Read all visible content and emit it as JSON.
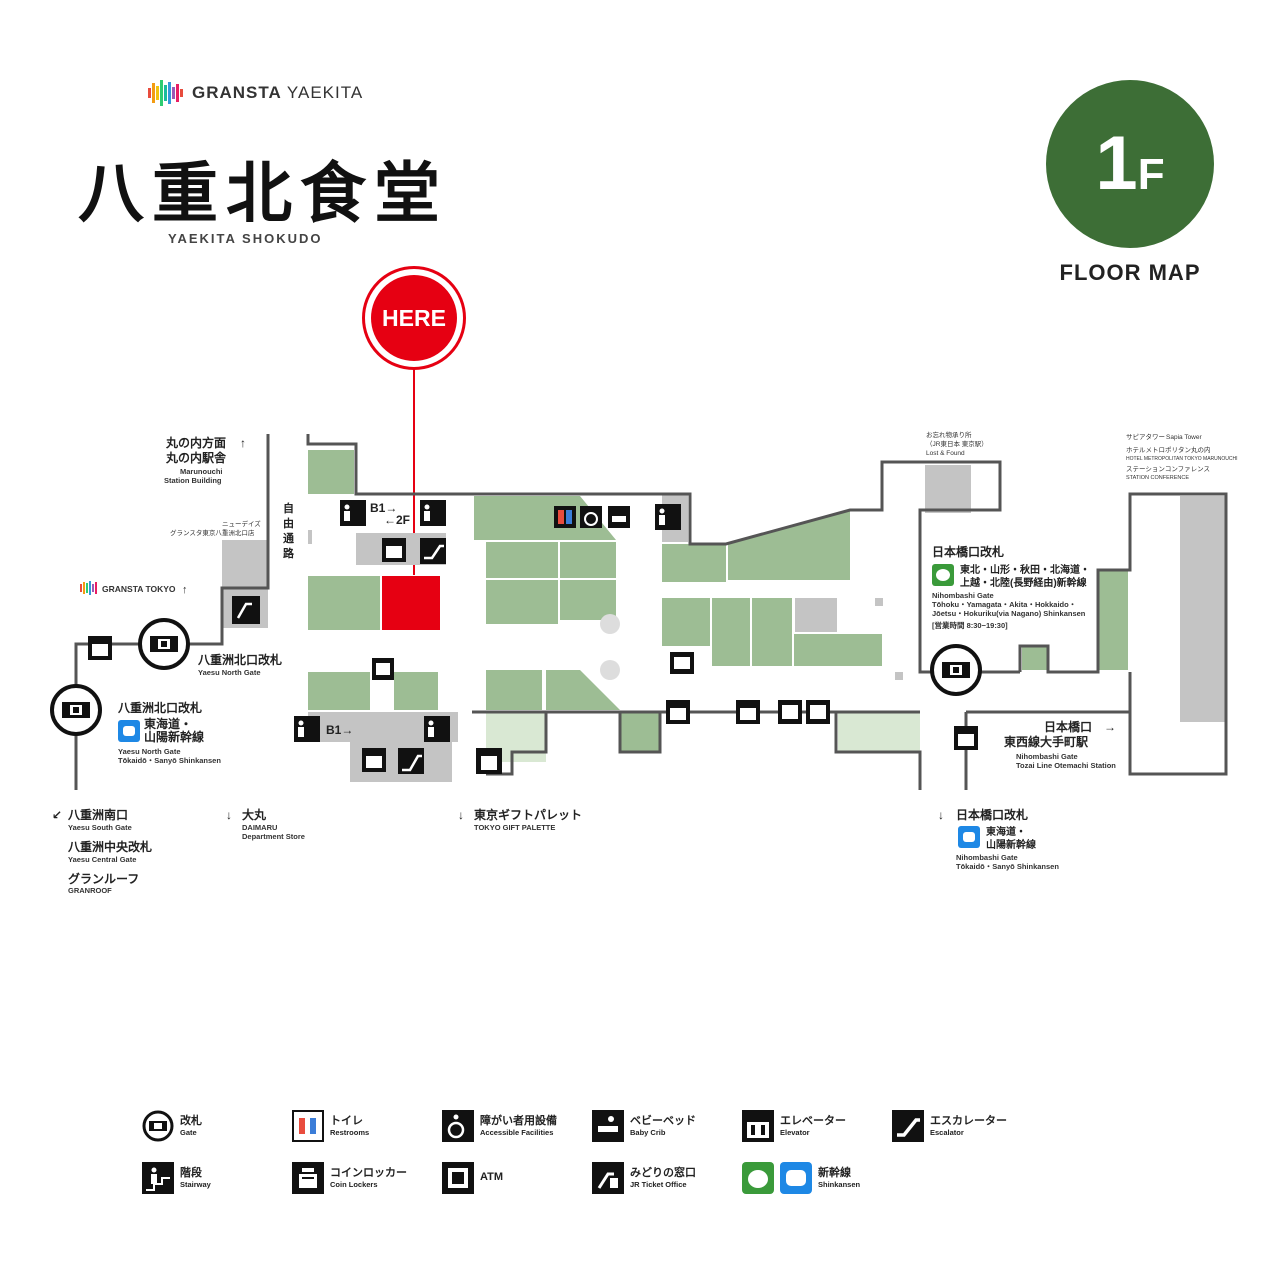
{
  "header": {
    "brand_main": "GRANSTA",
    "brand_sub": "YAEKITA",
    "title_jp": "八重北食堂",
    "title_en": "YAEKITA SHOKUDO"
  },
  "floor": {
    "number": "1",
    "suffix": "F",
    "label": "FLOOR MAP"
  },
  "here_label": "HERE",
  "colors": {
    "shop": "#9dbd94",
    "shop_light": "#d9e8d3",
    "service": "#c4c4c4",
    "highlight": "#e60012",
    "badge": "#3d6e36",
    "wall": "#555555"
  },
  "map_labels": {
    "marunouchi_jp1": "丸の内方面",
    "marunouchi_jp2": "丸の内駅舎",
    "marunouchi_en1": "Marunouchi",
    "marunouchi_en2": "Station Building",
    "newdays_jp": "ニューデイズ",
    "newdays_jp2": "グランスタ東京八重洲北口店",
    "jiyu_tsuro": "自由通路",
    "gransta_tokyo": "GRANSTA TOKYO",
    "yaesu_north_gate_jp": "八重洲北口改札",
    "yaesu_north_gate_en": "Yaesu North Gate",
    "yaesu_north_gate2_jp": "八重洲北口改札",
    "tokaido_jp1": "東海道・",
    "tokaido_jp2": "山陽新幹線",
    "yaesu_north_gate2_en": "Yaesu North Gate",
    "tokaido_en": "Tōkaidō・Sanyō Shinkansen",
    "b1_up": "B1→",
    "to_2f": "←2F",
    "b1_lower": "B1→",
    "lost_found_jp": "お忘れ物承り所",
    "lost_found_jp2": "（JR東日本 東京駅）",
    "lost_found_en": "Lost & Found",
    "sapia_jp": "サピアタワー",
    "sapia_en": "Sapia Tower",
    "hotel_jp": "ホテルメトロポリタン丸の内",
    "hotel_en": "HOTEL METROPOLITAN TOKYO MARUNOUCHI",
    "conf_jp": "ステーションコンファレンス",
    "conf_en": "STATION CONFERENCE",
    "nihombashi_gate_jp": "日本橋口改札",
    "nihombashi_lines_jp1": "東北・山形・秋田・北海道・",
    "nihombashi_lines_jp2": "上越・北陸(長野経由)新幹線",
    "nihombashi_gate_en": "Nihombashi Gate",
    "nihombashi_lines_en1": "Tōhoku・Yamagata・Akita・Hokkaido・",
    "nihombashi_lines_en2": "Jōetsu・Hokuriku(via Nagano) Shinkansen",
    "hours": "[営業時間 8:30−19:30]",
    "nihombashi_exit_jp1": "日本橋口",
    "nihombashi_exit_jp2": "東西線大手町駅",
    "nihombashi_exit_en1": "Nihombashi Gate",
    "nihombashi_exit_en2": "Tozai Line Otemachi Station",
    "yaesu_south_jp": "八重洲南口",
    "yaesu_south_en": "Yaesu South Gate",
    "yaesu_central_jp": "八重洲中央改札",
    "yaesu_central_en": "Yaesu Central Gate",
    "granroof_jp": "グランルーフ",
    "granroof_en": "GRANROOF",
    "daimaru_jp": "大丸",
    "daimaru_en1": "DAIMARU",
    "daimaru_en2": "Department Store",
    "gift_palette_jp": "東京ギフトパレット",
    "gift_palette_en": "TOKYO GIFT PALETTE",
    "nihombashi_gate2_jp": "日本橋口改札",
    "nihombashi_tokaido_jp1": "東海道・",
    "nihombashi_tokaido_jp2": "山陽新幹線",
    "nihombashi_gate2_en": "Nihombashi Gate",
    "nihombashi_tokaido_en": "Tōkaidō・Sanyō Shinkansen"
  },
  "legend": [
    {
      "jp": "改札",
      "en": "Gate",
      "icon": "gate-icon"
    },
    {
      "jp": "トイレ",
      "en": "Restrooms",
      "icon": "restroom-icon"
    },
    {
      "jp": "障がい者用設備",
      "en": "Accessible Facilities",
      "icon": "wheelchair-icon"
    },
    {
      "jp": "ベビーベッド",
      "en": "Baby Crib",
      "icon": "baby-crib-icon"
    },
    {
      "jp": "エレベーター",
      "en": "Elevator",
      "icon": "elevator-icon"
    },
    {
      "jp": "エスカレーター",
      "en": "Escalator",
      "icon": "escalator-icon"
    },
    {
      "jp": "階段",
      "en": "Stairway",
      "icon": "stairs-icon"
    },
    {
      "jp": "コインロッカー",
      "en": "Coin Lockers",
      "icon": "locker-icon"
    },
    {
      "jp": "ATM",
      "en": "",
      "icon": "atm-icon"
    },
    {
      "jp": "みどりの窓口",
      "en": "JR Ticket Office",
      "icon": "ticket-office-icon"
    },
    {
      "jp": "新幹線",
      "en": "Shinkansen",
      "icon": "shinkansen-icon"
    }
  ]
}
